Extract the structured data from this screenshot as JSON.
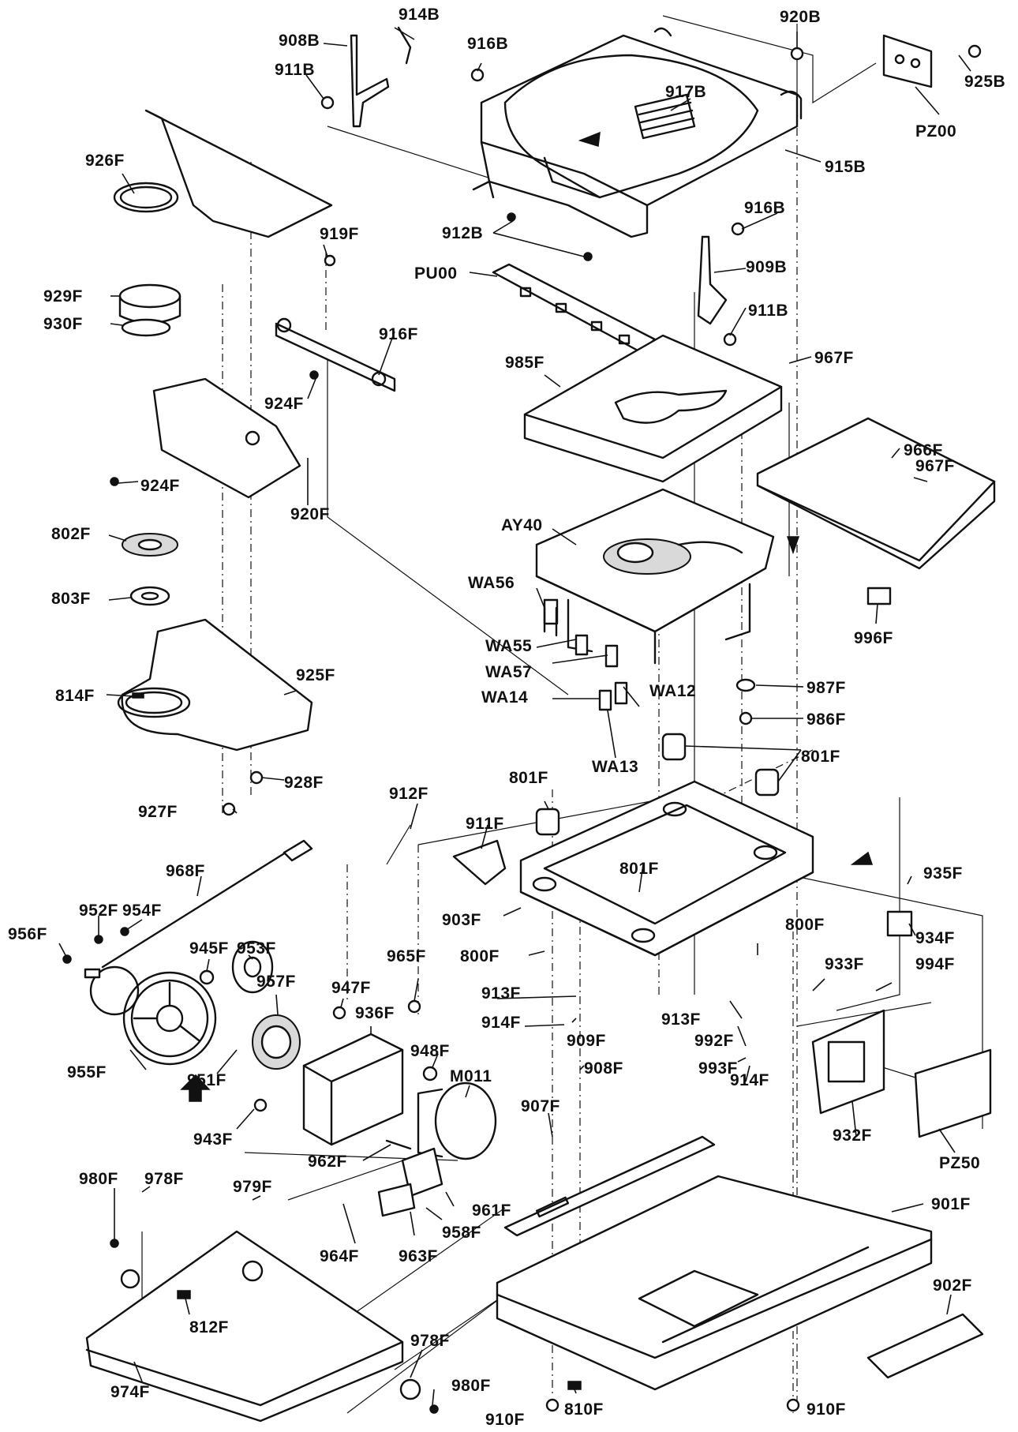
{
  "labels": [
    {
      "text": "908B"
    },
    {
      "text": "914B"
    },
    {
      "text": "916B"
    },
    {
      "text": "920B"
    },
    {
      "text": "911B"
    },
    {
      "text": "925B"
    },
    {
      "text": "PZ00"
    },
    {
      "text": "917B"
    },
    {
      "text": "915B"
    },
    {
      "text": "926F"
    },
    {
      "text": "912B"
    },
    {
      "text": "916B"
    },
    {
      "text": "919F"
    },
    {
      "text": "PU00"
    },
    {
      "text": "909B"
    },
    {
      "text": "929F"
    },
    {
      "text": "930F"
    },
    {
      "text": "911B"
    },
    {
      "text": "916F"
    },
    {
      "text": "967F"
    },
    {
      "text": "985F"
    },
    {
      "text": "924F"
    },
    {
      "text": "966F"
    },
    {
      "text": "924F"
    },
    {
      "text": "967F"
    },
    {
      "text": "920F"
    },
    {
      "text": "802F"
    },
    {
      "text": "AY40"
    },
    {
      "text": "803F"
    },
    {
      "text": "WA56"
    },
    {
      "text": "996F"
    },
    {
      "text": "WA55"
    },
    {
      "text": "WA57"
    },
    {
      "text": "814F"
    },
    {
      "text": "925F"
    },
    {
      "text": "987F"
    },
    {
      "text": "WA12"
    },
    {
      "text": "WA14"
    },
    {
      "text": "986F"
    },
    {
      "text": "801F"
    },
    {
      "text": "WA13"
    },
    {
      "text": "801F"
    },
    {
      "text": "928F"
    },
    {
      "text": "912F"
    },
    {
      "text": "927F"
    },
    {
      "text": "911F"
    },
    {
      "text": "968F"
    },
    {
      "text": "801F"
    },
    {
      "text": "935F"
    },
    {
      "text": "952F"
    },
    {
      "text": "954F"
    },
    {
      "text": "903F"
    },
    {
      "text": "934F"
    },
    {
      "text": "956F"
    },
    {
      "text": "945F"
    },
    {
      "text": "953F"
    },
    {
      "text": "800F"
    },
    {
      "text": "800F"
    },
    {
      "text": "965F"
    },
    {
      "text": "957F"
    },
    {
      "text": "933F"
    },
    {
      "text": "994F"
    },
    {
      "text": "947F"
    },
    {
      "text": "913F"
    },
    {
      "text": "936F"
    },
    {
      "text": "913F"
    },
    {
      "text": "914F"
    },
    {
      "text": "909F"
    },
    {
      "text": "992F"
    },
    {
      "text": "948F"
    },
    {
      "text": "993F"
    },
    {
      "text": "955F"
    },
    {
      "text": "908F"
    },
    {
      "text": "914F"
    },
    {
      "text": "951F"
    },
    {
      "text": "M011"
    },
    {
      "text": "907F"
    },
    {
      "text": "932F"
    },
    {
      "text": "943F"
    },
    {
      "text": "PZ50"
    },
    {
      "text": "962F"
    },
    {
      "text": "980F"
    },
    {
      "text": "978F"
    },
    {
      "text": "961F"
    },
    {
      "text": "901F"
    },
    {
      "text": "979F"
    },
    {
      "text": "958F"
    },
    {
      "text": "963F"
    },
    {
      "text": "964F"
    },
    {
      "text": "902F"
    },
    {
      "text": "812F"
    },
    {
      "text": "978F"
    },
    {
      "text": "980F"
    },
    {
      "text": "974F"
    },
    {
      "text": "810F"
    },
    {
      "text": "910F"
    },
    {
      "text": "910F"
    }
  ]
}
